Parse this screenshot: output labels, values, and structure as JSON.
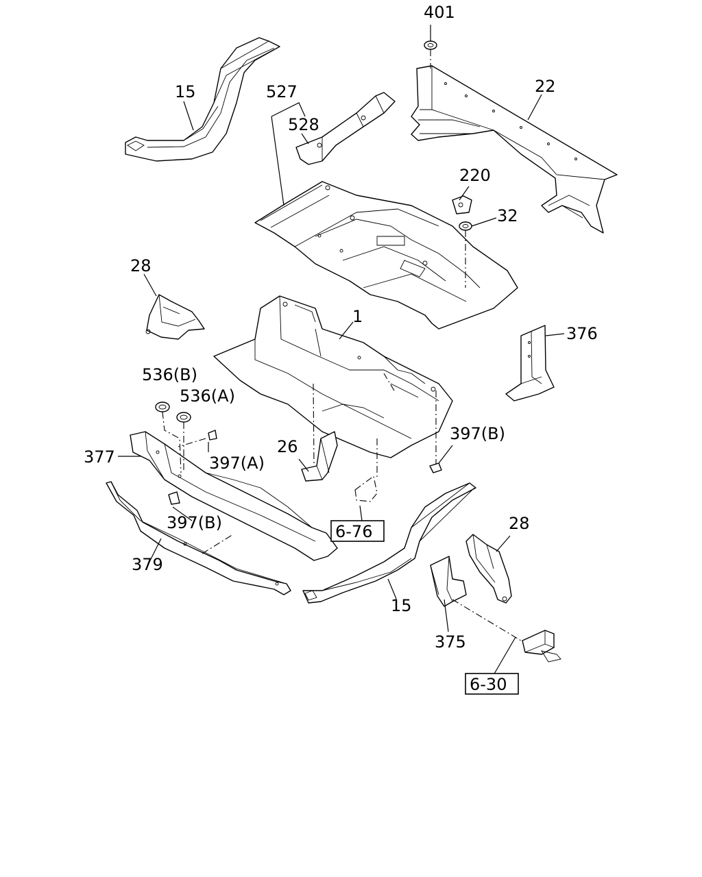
{
  "labels": {
    "p401": "401",
    "p22": "22",
    "p15_top": "15",
    "p527": "527",
    "p528": "528",
    "p220": "220",
    "p32": "32",
    "p28_left": "28",
    "p1": "1",
    "p376": "376",
    "p536b": "536(B)",
    "p536a": "536(A)",
    "p377": "377",
    "p397a": "397(A)",
    "p26": "26",
    "p397b_right": "397(B)",
    "p397b_left": "397(B)",
    "p379": "379",
    "ref_6_76": "6-76",
    "p28_right": "28",
    "p15_bottom": "15",
    "p375": "375",
    "ref_6_30": "6-30"
  }
}
